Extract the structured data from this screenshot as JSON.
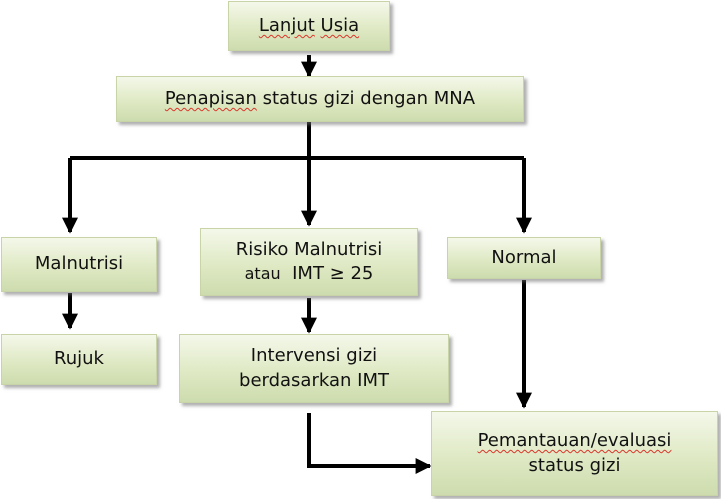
{
  "nodes": {
    "lanjut_usia": {
      "w1": "Lanjut",
      "w2": "Usia"
    },
    "penapisan": {
      "w1": "Penapisan",
      "w2": "status",
      "w3": "gizi",
      "w4": "dengan",
      "w5": "MNA"
    },
    "malnutrisi": {
      "text": "Malnutrisi"
    },
    "risiko": {
      "line1": "Risiko Malnutrisi",
      "line2a": "atau",
      "line2b": "IMT ≥ 25"
    },
    "normal": {
      "text": "Normal"
    },
    "rujuk": {
      "text": "Rujuk"
    },
    "intervensi": {
      "l1a": "Intervensi",
      "l1b": "gizi",
      "l2": "berdasarkan IMT"
    },
    "pemantauan": {
      "l1": "Pemantauan/evaluasi",
      "l2a": "status",
      "l2b": "gizi"
    }
  },
  "colors": {
    "box_fill": "#dfe9c4",
    "arrow": "#000000",
    "spellcheck": "#d9362b"
  }
}
